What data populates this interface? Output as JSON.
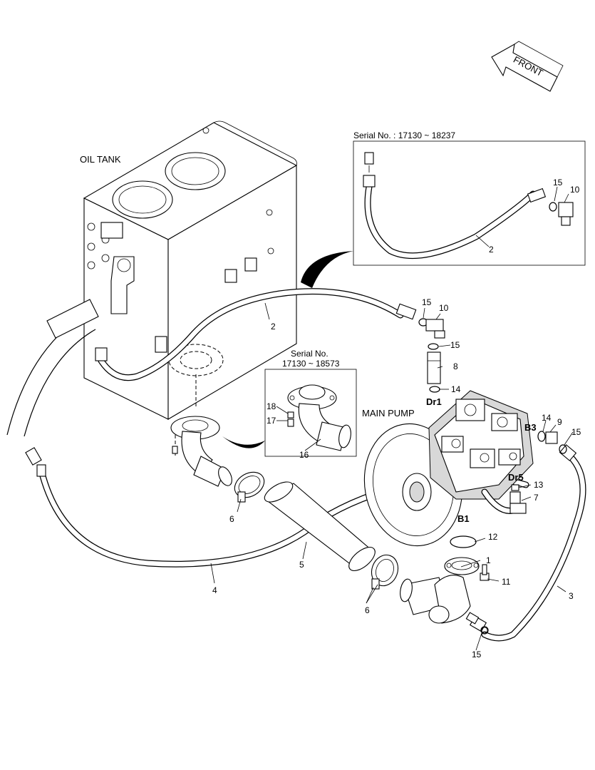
{
  "labels": {
    "front": "FRONT",
    "oil_tank": "OIL TANK",
    "main_pump": "MAIN PUMP",
    "inset_top_serial": "Serial No. : 17130 ~ 18237",
    "inset_mid_serial_line1": "Serial No.",
    "inset_mid_serial_line2": "17130 ~ 18573"
  },
  "ports": {
    "dr1": "Dr1",
    "b3": "B3",
    "dr5": "Dr5",
    "b1": "B1"
  },
  "part_numbers": {
    "p1": "1",
    "p2_main": "2",
    "p2_inset": "2",
    "p3": "3",
    "p4": "4",
    "p5": "5",
    "p6_left": "6",
    "p6_bottom": "6",
    "p7": "7",
    "p8": "8",
    "p9": "9",
    "p10_main": "10",
    "p10_inset": "10",
    "p11": "11",
    "p12": "12",
    "p13": "13",
    "p14_dr1": "14",
    "p14_b3": "14",
    "p15_main_top": "15",
    "p15_main_mid": "15",
    "p15_b3": "15",
    "p15_bottom": "15",
    "p15_inset": "15",
    "p16": "16",
    "p17": "17",
    "p18": "18"
  }
}
